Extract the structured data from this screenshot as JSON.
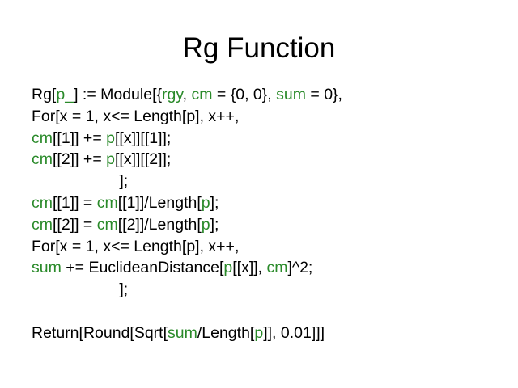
{
  "title": "Rg Function",
  "colors": {
    "text": "#000000",
    "highlight": "#2a8a2a"
  },
  "lines": [
    [
      {
        "t": "Rg["
      },
      {
        "t": "p_",
        "g": 1
      },
      {
        "t": "] := Module[{"
      },
      {
        "t": "rgy",
        "g": 1
      },
      {
        "t": ", "
      },
      {
        "t": "cm",
        "g": 1
      },
      {
        "t": " = {0, 0}, "
      },
      {
        "t": "sum",
        "g": 1
      },
      {
        "t": " = 0},"
      }
    ],
    [
      {
        "t": "For[x = 1, x<= Length[p], x++,"
      }
    ],
    [
      {
        "t": "cm",
        "g": 1
      },
      {
        "t": "[[1]] += "
      },
      {
        "t": "p",
        "g": 1
      },
      {
        "t": "[[x]][[1]];"
      }
    ],
    [
      {
        "t": "cm",
        "g": 1
      },
      {
        "t": "[[2]] += "
      },
      {
        "t": "p",
        "g": 1
      },
      {
        "t": "[[x]][[2]];"
      }
    ],
    [
      {
        "t": "                    ];"
      }
    ],
    [
      {
        "t": "cm",
        "g": 1
      },
      {
        "t": "[[1]] = "
      },
      {
        "t": "cm",
        "g": 1
      },
      {
        "t": "[[1]]/Length["
      },
      {
        "t": "p",
        "g": 1
      },
      {
        "t": "];"
      }
    ],
    [
      {
        "t": "cm",
        "g": 1
      },
      {
        "t": "[[2]] = "
      },
      {
        "t": "cm",
        "g": 1
      },
      {
        "t": "[[2]]/Length["
      },
      {
        "t": "p",
        "g": 1
      },
      {
        "t": "];"
      }
    ],
    [
      {
        "t": "For[x = 1, x<= Length[p], x++,"
      }
    ],
    [
      {
        "t": "sum",
        "g": 1
      },
      {
        "t": " += EuclideanDistance["
      },
      {
        "t": "p",
        "g": 1
      },
      {
        "t": "[[x]], "
      },
      {
        "t": "cm",
        "g": 1
      },
      {
        "t": "]^2;"
      }
    ],
    [
      {
        "t": "                    ];"
      }
    ],
    [],
    [
      {
        "t": "Return[Round[Sqrt["
      },
      {
        "t": "sum",
        "g": 1
      },
      {
        "t": "/Length["
      },
      {
        "t": "p",
        "g": 1
      },
      {
        "t": "]], 0.01]]]"
      }
    ]
  ]
}
